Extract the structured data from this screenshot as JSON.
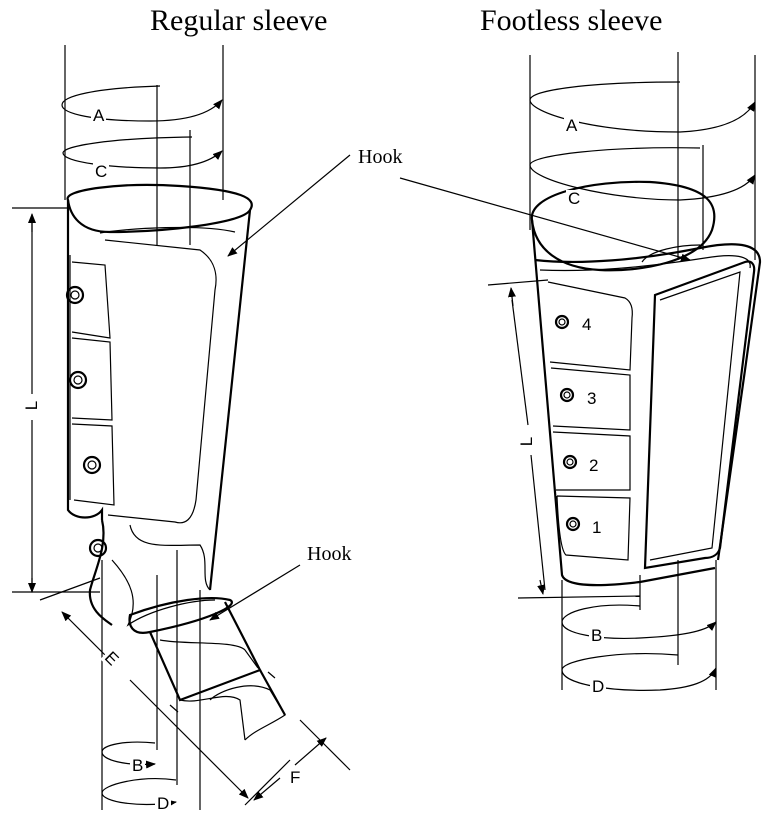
{
  "titles": {
    "left": "Regular sleeve",
    "right": "Footless sleeve"
  },
  "callouts": {
    "hook_top": "Hook",
    "hook_bottom": "Hook"
  },
  "regular_sleeve": {
    "dimensions": [
      "A",
      "C",
      "L",
      "E",
      "B",
      "D",
      "F"
    ]
  },
  "footless_sleeve": {
    "dimensions": [
      "A",
      "C",
      "L",
      "B",
      "D"
    ],
    "strap_numbers": [
      "4",
      "3",
      "2",
      "1"
    ]
  }
}
